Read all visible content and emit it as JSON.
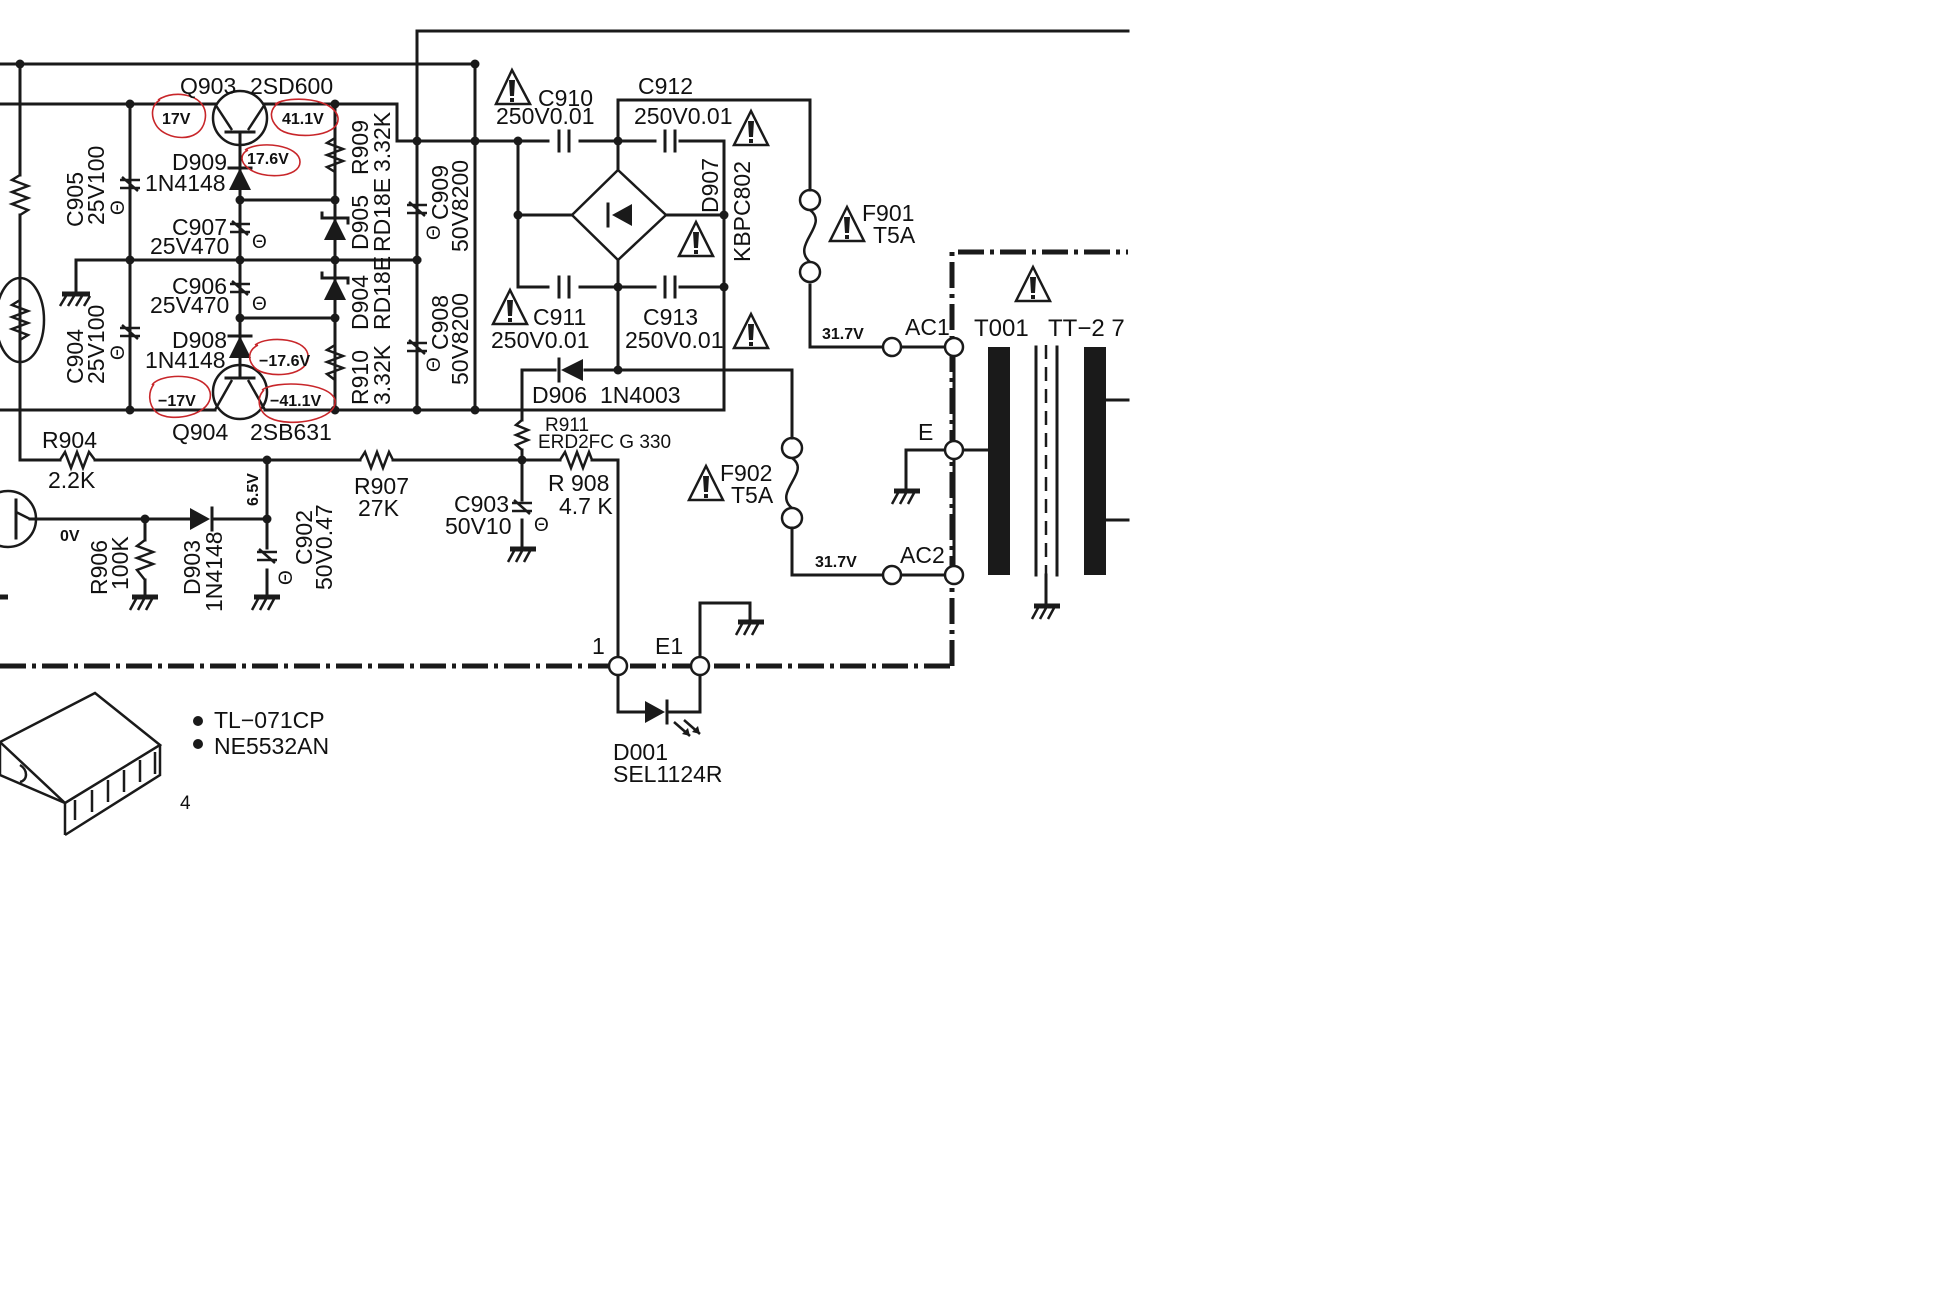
{
  "labels": {
    "q903": "Q903",
    "q903_part": "2SD600",
    "q904": "Q904",
    "q904_part": "2SB631",
    "c905": "C905",
    "c905_val": "25V100",
    "c904": "C904",
    "c904_val": "25V100",
    "d909": "D909",
    "d909_part": "1N4148",
    "d908": "D908",
    "d908_part": "1N4148",
    "c907": "C907",
    "c907_val": "25V470",
    "c906": "C906",
    "c906_val": "25V470",
    "r909": "R909",
    "r909_val": "3.32K",
    "r910": "R910",
    "r910_val": "3.32K",
    "d905": "D905",
    "d905_part": "RD18E",
    "d904": "D904",
    "d904_part": "RD18E",
    "c909": "C909",
    "c909_val": "50V8200",
    "c908": "C908",
    "c908_val": "50V8200",
    "c910": "C910",
    "c910_val": "250V0.01",
    "c911": "C911",
    "c911_val": "250V0.01",
    "c912": "C912",
    "c912_val": "250V0.01",
    "c913": "C913",
    "c913_val": "250V0.01",
    "d907": "D907",
    "d907_part": "KBPC802",
    "f901": "F901",
    "f901_val": "T5A",
    "f902": "F902",
    "f902_val": "T5A",
    "d906": "D906",
    "d906_part": "1N4003",
    "r911": "R911",
    "r911_part": "ERD2FC G 330",
    "r904": "R904",
    "r904_val": "2.2K",
    "r907": "R907",
    "r907_val": "27K",
    "r908": "R 908",
    "r908_val": "4.7 K",
    "c903": "C903",
    "c903_val": "50V10",
    "r906": "R906",
    "r906_val": "100K",
    "d903": "D903",
    "d903_part": "1N4148",
    "c902": "C902",
    "c902_val": "50V0.47",
    "v_6_5": "6.5V",
    "v_0": "0V",
    "v_31_7_top": "31.7V",
    "v_31_7_bot": "31.7V",
    "ac1": "AC1",
    "ac2": "AC2",
    "e": "E",
    "t001": "T001",
    "tt": "TT−2 7",
    "node_1": "1",
    "node_e1": "E1",
    "d001": "D001",
    "d001_part": "SEL1124R",
    "chip1": "TL−071CP",
    "chip2": "NE5532AN",
    "pin4": "4",
    "polarity": "Θ"
  },
  "annotations": {
    "a1": "17V",
    "a2": "41.1V",
    "a3": "17.6V",
    "a4": "−17.6V",
    "a5": "−17V",
    "a6": "−41.1V"
  },
  "colors": {
    "ink": "#1a1a1a",
    "annotation": "#c8262a",
    "paper": "#ffffff"
  }
}
